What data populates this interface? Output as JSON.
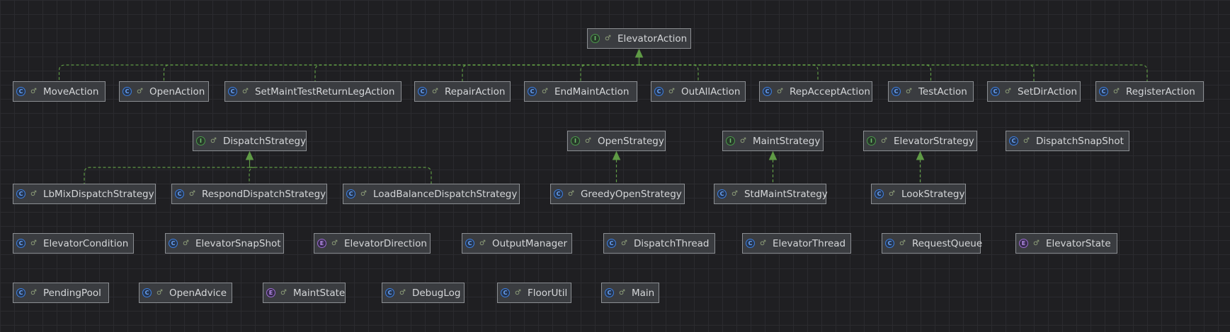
{
  "colors": {
    "background": "#1f1f22",
    "grid": "#2b2b2f",
    "edge": "#5f9a45",
    "node_fill": "#3a3c40",
    "node_border": "#8c8f93",
    "text": "#d4d6d8"
  },
  "nodes": {
    "ElevatorAction": {
      "kind": "interface",
      "icon": "interface-icon",
      "modifier_icon": "public-modifier-icon",
      "badge": "I",
      "modifier": "♂",
      "label": "ElevatorAction"
    },
    "MoveAction": {
      "kind": "class",
      "icon": "class-icon",
      "modifier_icon": "public-modifier-icon",
      "badge": "C",
      "modifier": "♂",
      "label": "MoveAction"
    },
    "OpenAction": {
      "kind": "class",
      "icon": "class-icon",
      "modifier_icon": "public-modifier-icon",
      "badge": "C",
      "modifier": "♂",
      "label": "OpenAction"
    },
    "SetMaintTestReturnLegAction": {
      "kind": "class",
      "icon": "class-icon",
      "modifier_icon": "public-modifier-icon",
      "badge": "C",
      "modifier": "♂",
      "label": "SetMaintTestReturnLegAction"
    },
    "RepairAction": {
      "kind": "class",
      "icon": "class-icon",
      "modifier_icon": "public-modifier-icon",
      "badge": "C",
      "modifier": "♂",
      "label": "RepairAction"
    },
    "EndMaintAction": {
      "kind": "class",
      "icon": "class-icon",
      "modifier_icon": "public-modifier-icon",
      "badge": "C",
      "modifier": "♂",
      "label": "EndMaintAction"
    },
    "OutAllAction": {
      "kind": "class",
      "icon": "class-icon",
      "modifier_icon": "public-modifier-icon",
      "badge": "C",
      "modifier": "♂",
      "label": "OutAllAction"
    },
    "RepAcceptAction": {
      "kind": "class",
      "icon": "class-icon",
      "modifier_icon": "public-modifier-icon",
      "badge": "C",
      "modifier": "♂",
      "label": "RepAcceptAction"
    },
    "TestAction": {
      "kind": "class",
      "icon": "class-icon",
      "modifier_icon": "public-modifier-icon",
      "badge": "C",
      "modifier": "♂",
      "label": "TestAction"
    },
    "SetDirAction": {
      "kind": "class",
      "icon": "class-icon",
      "modifier_icon": "public-modifier-icon",
      "badge": "C",
      "modifier": "♂",
      "label": "SetDirAction"
    },
    "RegisterAction": {
      "kind": "class",
      "icon": "class-icon",
      "modifier_icon": "public-modifier-icon",
      "badge": "C",
      "modifier": "♂",
      "label": "RegisterAction"
    },
    "DispatchStrategy": {
      "kind": "interface",
      "icon": "interface-icon",
      "modifier_icon": "public-modifier-icon",
      "badge": "I",
      "modifier": "♂",
      "label": "DispatchStrategy"
    },
    "OpenStrategy": {
      "kind": "interface",
      "icon": "interface-icon",
      "modifier_icon": "public-modifier-icon",
      "badge": "I",
      "modifier": "♂",
      "label": "OpenStrategy"
    },
    "MaintStrategy": {
      "kind": "interface",
      "icon": "interface-icon",
      "modifier_icon": "public-modifier-icon",
      "badge": "I",
      "modifier": "♂",
      "label": "MaintStrategy"
    },
    "ElevatorStrategy": {
      "kind": "interface",
      "icon": "interface-icon",
      "modifier_icon": "public-modifier-icon",
      "badge": "I",
      "modifier": "♂",
      "label": "ElevatorStrategy"
    },
    "DispatchSnapShot": {
      "kind": "class",
      "icon": "class-icon",
      "modifier_icon": "public-modifier-icon",
      "badge": "C",
      "modifier": "♂",
      "label": "DispatchSnapShot"
    },
    "LbMixDispatchStrategy": {
      "kind": "class",
      "icon": "class-icon",
      "modifier_icon": "public-modifier-icon",
      "badge": "C",
      "modifier": "♂",
      "label": "LbMixDispatchStrategy"
    },
    "RespondDispatchStrategy": {
      "kind": "class",
      "icon": "class-icon",
      "modifier_icon": "public-modifier-icon",
      "badge": "C",
      "modifier": "♂",
      "label": "RespondDispatchStrategy"
    },
    "LoadBalanceDispatchStrategy": {
      "kind": "class",
      "icon": "class-icon",
      "modifier_icon": "public-modifier-icon",
      "badge": "C",
      "modifier": "♂",
      "label": "LoadBalanceDispatchStrategy"
    },
    "GreedyOpenStrategy": {
      "kind": "class",
      "icon": "class-icon",
      "modifier_icon": "public-modifier-icon",
      "badge": "C",
      "modifier": "♂",
      "label": "GreedyOpenStrategy"
    },
    "StdMaintStrategy": {
      "kind": "class",
      "icon": "class-icon",
      "modifier_icon": "public-modifier-icon",
      "badge": "C",
      "modifier": "♂",
      "label": "StdMaintStrategy"
    },
    "LookStrategy": {
      "kind": "class",
      "icon": "class-icon",
      "modifier_icon": "public-modifier-icon",
      "badge": "C",
      "modifier": "♂",
      "label": "LookStrategy"
    },
    "ElevatorCondition": {
      "kind": "class",
      "icon": "class-icon",
      "modifier_icon": "public-modifier-icon",
      "badge": "C",
      "modifier": "♂",
      "label": "ElevatorCondition"
    },
    "ElevatorSnapShot": {
      "kind": "class",
      "icon": "class-icon",
      "modifier_icon": "public-modifier-icon",
      "badge": "C",
      "modifier": "♂",
      "label": "ElevatorSnapShot"
    },
    "ElevatorDirection": {
      "kind": "enum",
      "icon": "enum-icon",
      "modifier_icon": "public-modifier-icon",
      "badge": "E",
      "modifier": "♂",
      "label": "ElevatorDirection"
    },
    "OutputManager": {
      "kind": "class",
      "icon": "class-icon",
      "modifier_icon": "public-modifier-icon",
      "badge": "C",
      "modifier": "♂",
      "label": "OutputManager"
    },
    "DispatchThread": {
      "kind": "class",
      "icon": "class-icon",
      "modifier_icon": "public-modifier-icon",
      "badge": "C",
      "modifier": "♂",
      "label": "DispatchThread"
    },
    "ElevatorThread": {
      "kind": "class",
      "icon": "class-icon",
      "modifier_icon": "public-modifier-icon",
      "badge": "C",
      "modifier": "♂",
      "label": "ElevatorThread"
    },
    "RequestQueue": {
      "kind": "class",
      "icon": "class-icon",
      "modifier_icon": "public-modifier-icon",
      "badge": "C",
      "modifier": "♂",
      "label": "RequestQueue"
    },
    "ElevatorState": {
      "kind": "enum",
      "icon": "enum-icon",
      "modifier_icon": "public-modifier-icon",
      "badge": "E",
      "modifier": "♂",
      "label": "ElevatorState"
    },
    "PendingPool": {
      "kind": "class",
      "icon": "class-icon",
      "modifier_icon": "public-modifier-icon",
      "badge": "C",
      "modifier": "♂",
      "label": "PendingPool"
    },
    "OpenAdvice": {
      "kind": "class",
      "icon": "class-icon",
      "modifier_icon": "public-modifier-icon",
      "badge": "C",
      "modifier": "♂",
      "label": "OpenAdvice"
    },
    "MaintState": {
      "kind": "enum",
      "icon": "enum-icon",
      "modifier_icon": "public-modifier-icon",
      "badge": "E",
      "modifier": "♂",
      "label": "MaintState"
    },
    "DebugLog": {
      "kind": "class",
      "icon": "class-icon",
      "modifier_icon": "public-modifier-icon",
      "badge": "C",
      "modifier": "♂",
      "label": "DebugLog"
    },
    "FloorUtil": {
      "kind": "class",
      "icon": "class-icon",
      "modifier_icon": "public-modifier-icon",
      "badge": "C",
      "modifier": "♂",
      "label": "FloorUtil"
    },
    "Main": {
      "kind": "class",
      "icon": "main-class-icon",
      "modifier_icon": "public-modifier-icon",
      "badge": "C",
      "modifier": "♂",
      "label": "Main"
    }
  },
  "edges": [
    {
      "from": "MoveAction",
      "to": "ElevatorAction",
      "type": "implements"
    },
    {
      "from": "OpenAction",
      "to": "ElevatorAction",
      "type": "implements"
    },
    {
      "from": "SetMaintTestReturnLegAction",
      "to": "ElevatorAction",
      "type": "implements"
    },
    {
      "from": "RepairAction",
      "to": "ElevatorAction",
      "type": "implements"
    },
    {
      "from": "EndMaintAction",
      "to": "ElevatorAction",
      "type": "implements"
    },
    {
      "from": "OutAllAction",
      "to": "ElevatorAction",
      "type": "implements"
    },
    {
      "from": "RepAcceptAction",
      "to": "ElevatorAction",
      "type": "implements"
    },
    {
      "from": "TestAction",
      "to": "ElevatorAction",
      "type": "implements"
    },
    {
      "from": "SetDirAction",
      "to": "ElevatorAction",
      "type": "implements"
    },
    {
      "from": "RegisterAction",
      "to": "ElevatorAction",
      "type": "implements"
    },
    {
      "from": "LbMixDispatchStrategy",
      "to": "DispatchStrategy",
      "type": "implements"
    },
    {
      "from": "RespondDispatchStrategy",
      "to": "DispatchStrategy",
      "type": "implements"
    },
    {
      "from": "LoadBalanceDispatchStrategy",
      "to": "DispatchStrategy",
      "type": "implements"
    },
    {
      "from": "GreedyOpenStrategy",
      "to": "OpenStrategy",
      "type": "implements"
    },
    {
      "from": "StdMaintStrategy",
      "to": "MaintStrategy",
      "type": "implements"
    },
    {
      "from": "LookStrategy",
      "to": "ElevatorStrategy",
      "type": "implements"
    }
  ]
}
